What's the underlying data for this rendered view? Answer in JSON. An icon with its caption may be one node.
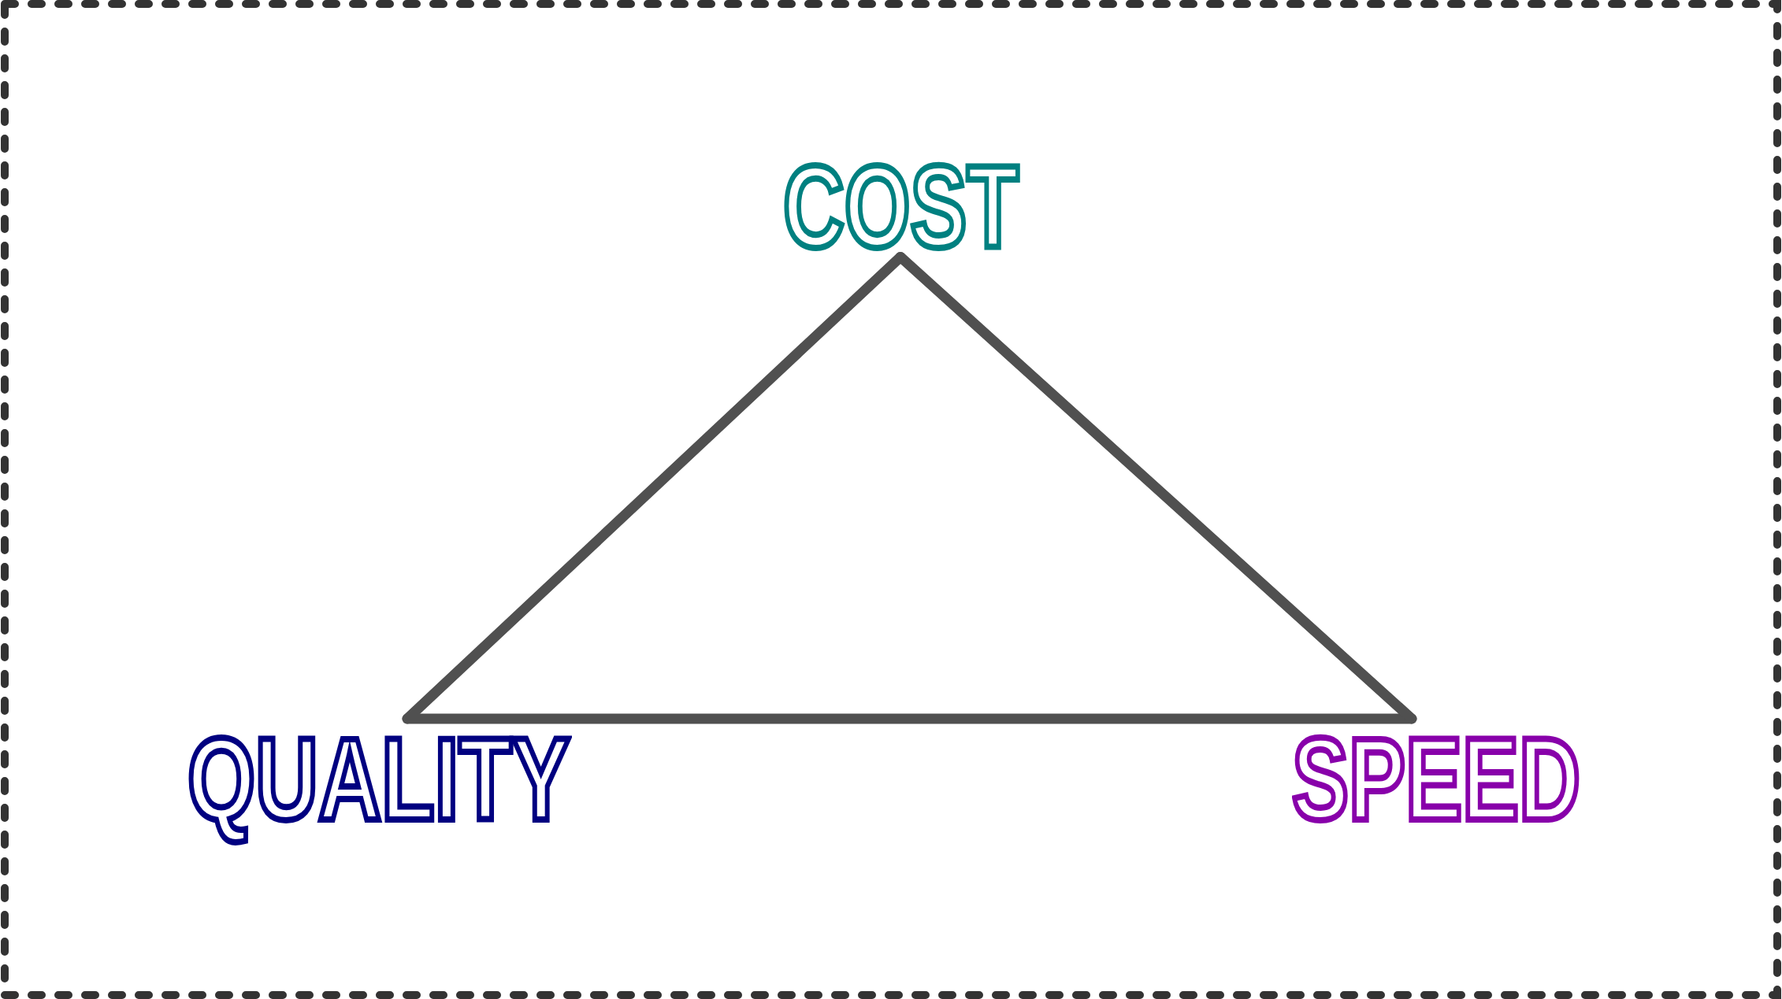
{
  "diagram": {
    "nodes": [
      {
        "text": [
          "COST"
        ]
      },
      {
        "text": [
          "QUALITY"
        ]
      },
      {
        "text": [
          "SPEED"
        ]
      }
    ],
    "edges": [
      {
        "from": 0,
        "to": 1,
        "arrow": "none"
      },
      {
        "from": 1,
        "to": 2,
        "arrow": "none"
      },
      {
        "from": 2,
        "to": 0,
        "arrow": "none"
      }
    ]
  }
}
